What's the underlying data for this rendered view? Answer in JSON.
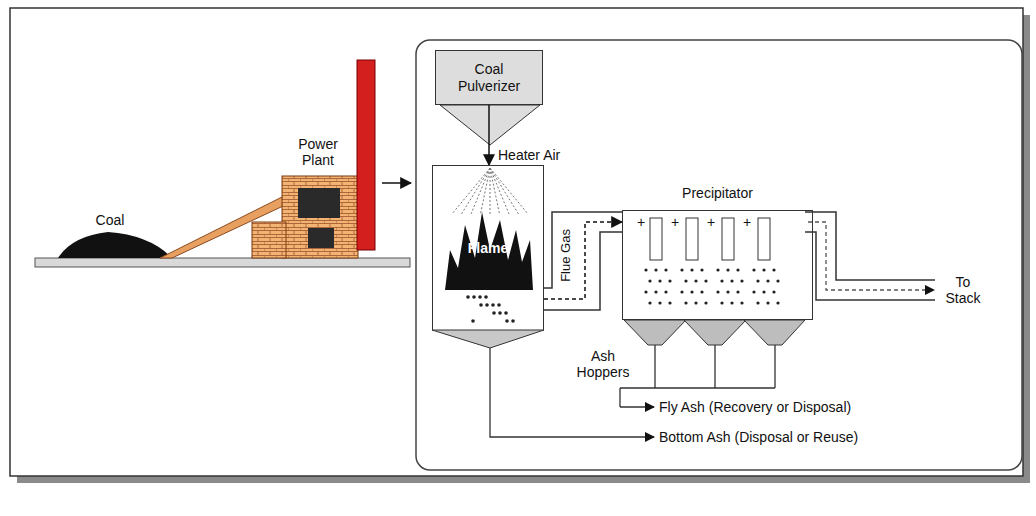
{
  "diagram": {
    "nodes": [
      {
        "text": [
          "Coal Pulverizer"
        ]
      },
      {
        "text": [
          "Flame"
        ]
      },
      {
        "text": [
          "Precipitator"
        ]
      }
    ],
    "edges": [
      {
        "from": 0,
        "to": 1,
        "arrow": "to"
      },
      {
        "from": 1,
        "to": 2,
        "arrow": "to"
      }
    ],
    "labels": [
      "Coal",
      "Power Plant",
      "Heater Air",
      "Flue Gas",
      "+",
      "+",
      "+",
      "+",
      "Ash Hoppers",
      "To Stack",
      "Fly Ash (Recovery or Disposal)",
      "Bottom Ash (Disposal or Reuse)"
    ]
  }
}
